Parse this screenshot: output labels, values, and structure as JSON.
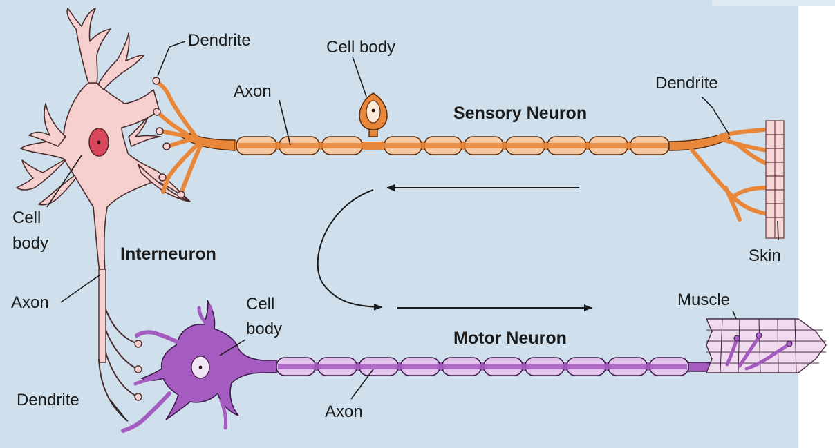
{
  "diagram": {
    "labels": {
      "dendrite_interneuron": "Dendrite",
      "cell_body_sensory": "Cell body",
      "axon_sensory": "Axon",
      "dendrite_sensory": "Dendrite",
      "sensory_neuron": "Sensory Neuron",
      "cell_body_interneuron_1": "Cell",
      "cell_body_interneuron_2": "body",
      "interneuron": "Interneuron",
      "skin": "Skin",
      "axon_interneuron": "Axon",
      "cell_body_motor_1": "Cell",
      "cell_body_motor_2": "body",
      "muscle": "Muscle",
      "motor_neuron": "Motor Neuron",
      "dendrite_motor": "Dendrite",
      "axon_motor": "Axon"
    },
    "colors": {
      "background": "#cfe0ec",
      "interneuron": "#f6cfcf",
      "interneuron_nucleus": "#d9455b",
      "sensory": "#e8863a",
      "sensory_myelin": "#f6c9a2",
      "motor": "#a55cc0",
      "motor_myelin": "#e2c3ec",
      "skin": "#f6d6d6",
      "muscle": "#f1dcef"
    },
    "icons": [
      "arrow-left-icon",
      "curved-arrow-icon",
      "arrow-right-icon"
    ]
  }
}
